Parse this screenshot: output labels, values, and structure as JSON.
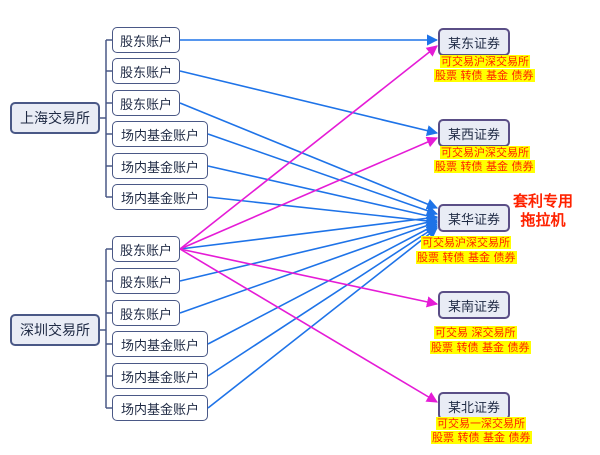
{
  "exchanges": [
    {
      "id": "sh",
      "label": "上海交易所"
    },
    {
      "id": "sz",
      "label": "深圳交易所"
    }
  ],
  "accounts": {
    "sh": [
      "股东账户",
      "股东账户",
      "股东账户",
      "场内基金账户",
      "场内基金账户",
      "场内基金账户"
    ],
    "sz": [
      "股东账户",
      "股东账户",
      "股东账户",
      "场内基金账户",
      "场内基金账户",
      "场内基金账户"
    ]
  },
  "brokers": [
    {
      "name": "某东证券",
      "caption": [
        "可交易沪深交易所",
        "股票 转债 基金 债券"
      ]
    },
    {
      "name": "某西证券",
      "caption": [
        "可交易沪深交易所",
        "股票 转债 基金 债券"
      ]
    },
    {
      "name": "某华证券",
      "caption": [
        "可交易沪深交易所",
        "股票 转债 基金 债券"
      ]
    },
    {
      "name": "某南证券",
      "caption": [
        "可交易    深交易所",
        "股票 转债 基金 债券"
      ]
    },
    {
      "name": "某北证券",
      "caption": [
        "可交易一深交易所",
        "股票 转债 基金 债券"
      ]
    }
  ],
  "callout": [
    "套利专用",
    "拖拉机"
  ],
  "colors": {
    "blue_link": "#1e73e8",
    "magenta_link": "#e51bd6",
    "tree": "#4a5886"
  }
}
